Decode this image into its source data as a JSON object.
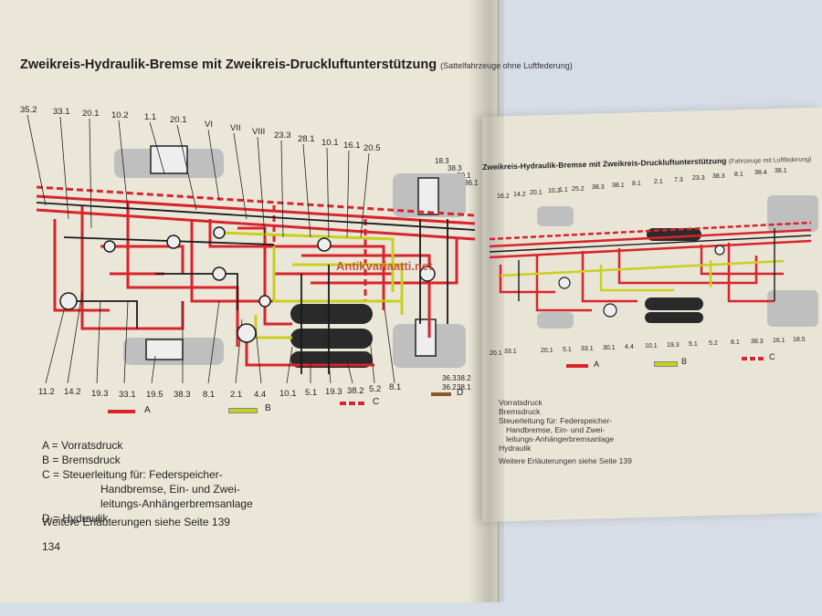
{
  "left_page": {
    "title": "Zweikreis-Hydraulik-Bremse mit Zweikreis-Druckluftunterstützung",
    "title_suffix": "(Sattelfahrzeuge ohne Luftfederung)",
    "top_numbers": [
      "35.2",
      "33.1",
      "20.1",
      "10.2",
      "1.1",
      "20.1",
      "VI",
      "VII",
      "VIII",
      "23.3",
      "28.1",
      "10.1",
      "16.1",
      "20.5"
    ],
    "right_numbers": [
      "18.3",
      "38.3",
      "30.1",
      "36.1"
    ],
    "bottom_numbers": [
      "11.2",
      "14.2",
      "19.3",
      "33.1",
      "19.5",
      "38.3",
      "8.1",
      "2.1",
      "4.4",
      "10.1",
      "5.1",
      "19.3",
      "38.2",
      "5.2",
      "8.1"
    ],
    "bottom_right_numbers": [
      "36.3",
      "38.2",
      "36.2",
      "38.1"
    ],
    "key_labels": [
      "A",
      "B",
      "C",
      "D"
    ],
    "legend": {
      "a": "A = Vorratsdruck",
      "b": "B = Bremsdruck",
      "c_line1": "C = Steuerleitung für: Federspeicher-",
      "c_line2": "Handbremse, Ein- und Zwei-",
      "c_line3": "leitungs-Anhängerbremsanlage",
      "d": "D = Hydraulik"
    },
    "more_info": "Weitere Erläuterungen siehe Seite 139",
    "page_number": "134"
  },
  "right_page": {
    "title": "Zweikreis-Hydraulik-Bremse mit Zweikreis-Druckluftunterstützung",
    "title_suffix": "(Fahrzeuge mit Luftfederung)",
    "top_numbers": [
      "16.2",
      "14.2",
      "20.1",
      "10.2",
      "1.1",
      "25.2",
      "38.3",
      "38.1",
      "8.1",
      "2.1",
      "7.3",
      "23.3",
      "38.3",
      "8.1",
      "38.4",
      "38.1"
    ],
    "bottom_numbers": [
      "20.1",
      "33.1",
      "20.1",
      "5.1",
      "33.1",
      "30.1",
      "4.4",
      "10.1",
      "19.3",
      "5.1",
      "5.2",
      "8.1",
      "38.3",
      "16.1",
      "18.5"
    ],
    "key_labels": [
      "A",
      "B",
      "C"
    ],
    "legend": {
      "a": "Vorratsdruck",
      "b": "Bremsdruck",
      "c_line1": "Steuerleitung für: Federspeicher-",
      "c_line2": "Handbremse, Ein- und Zwei-",
      "c_line3": "leitungs-Anhängerbremsanlage",
      "d": "Hydraulik"
    },
    "more_info": "Weitere Erläuterungen siehe Seite 139"
  },
  "watermark": "Antikvariaatti.net",
  "colors": {
    "supply_red": "#d8242c",
    "brake_yellow": "#c9cf1e",
    "control_redwhite": "#d8242c",
    "hydraulic_brown": "#8a5a2b",
    "line_black": "#1a1a1a"
  }
}
